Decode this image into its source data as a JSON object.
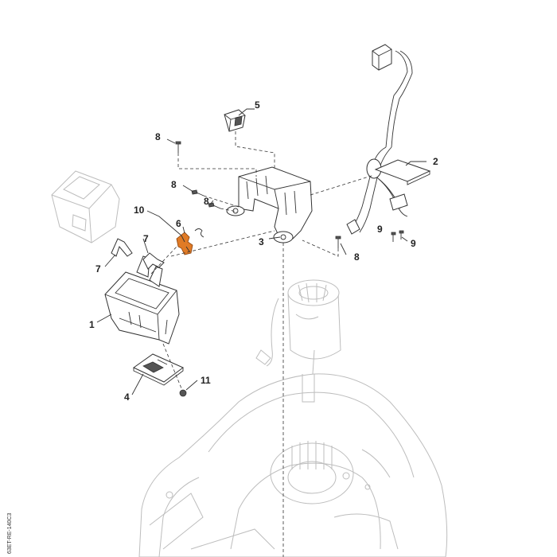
{
  "callouts": [
    "1",
    "2",
    "3",
    "4",
    "5",
    "6",
    "7",
    "7",
    "8",
    "8",
    "8",
    "8",
    "9",
    "9",
    "10",
    "11"
  ],
  "drawing_code": "63ET-RE-140C3",
  "colors": {
    "highlight": "#e07b26",
    "line": "#333333",
    "ghost": "#bdbdbd"
  }
}
